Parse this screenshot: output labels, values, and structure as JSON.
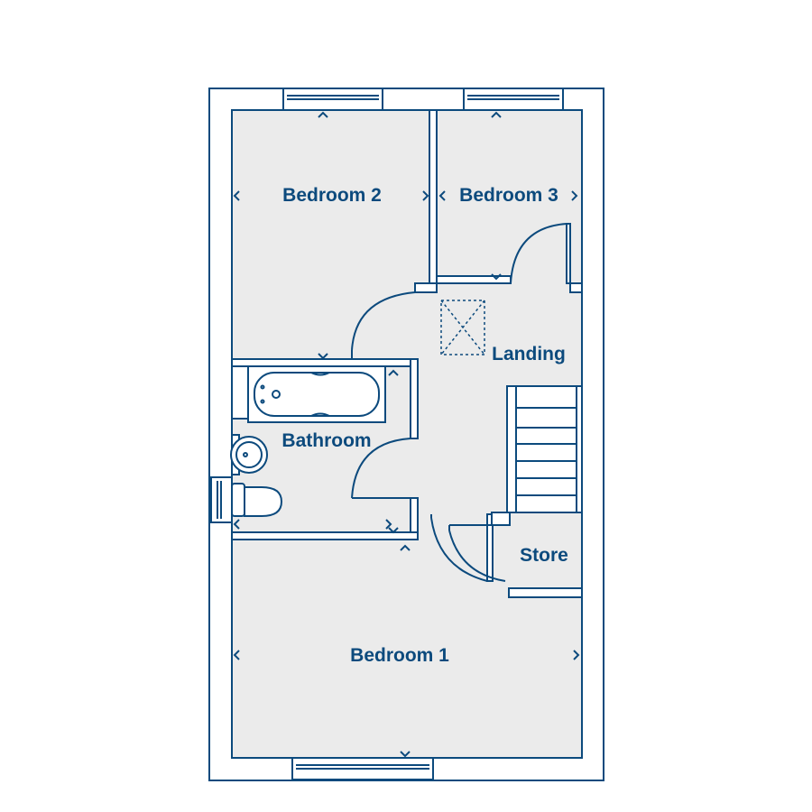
{
  "colors": {
    "wall": "#0c4a7d",
    "floor": "#ebebeb",
    "background": "#ffffff"
  },
  "rooms": {
    "bedroom2": "Bedroom 2",
    "bedroom3": "Bedroom 3",
    "landing": "Landing",
    "bathroom": "Bathroom",
    "store": "Store",
    "bedroom1": "Bedroom 1"
  },
  "icons": [
    "dimension-arrow-icon",
    "loft-hatch-icon",
    "window-icon",
    "door-swing-icon",
    "bath-icon",
    "basin-icon",
    "toilet-icon",
    "stairs-icon"
  ]
}
